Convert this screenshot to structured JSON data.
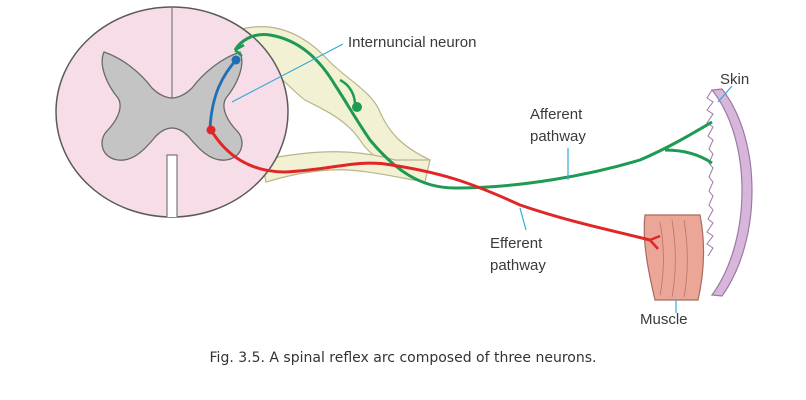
{
  "diagram": {
    "labels": {
      "internuncial": "Internuncial neuron",
      "skin": "Skin",
      "afferent_line1": "Afferent",
      "afferent_line2": "pathway",
      "efferent_line1": "Efferent",
      "efferent_line2": "pathway",
      "muscle": "Muscle"
    },
    "colors": {
      "cord_outer": "#f7dde8",
      "grey_matter": "#c4c4c4",
      "root_fill": "#f3f1d4",
      "afferent": "#1e9a55",
      "efferent": "#e02626",
      "internuncial": "#1f6fb4",
      "skin": "#d8b6dc",
      "muscle": "#eca698",
      "leader": "#37a9d6"
    }
  },
  "caption": "Fig. 3.5. A spinal reflex arc composed of three neurons."
}
